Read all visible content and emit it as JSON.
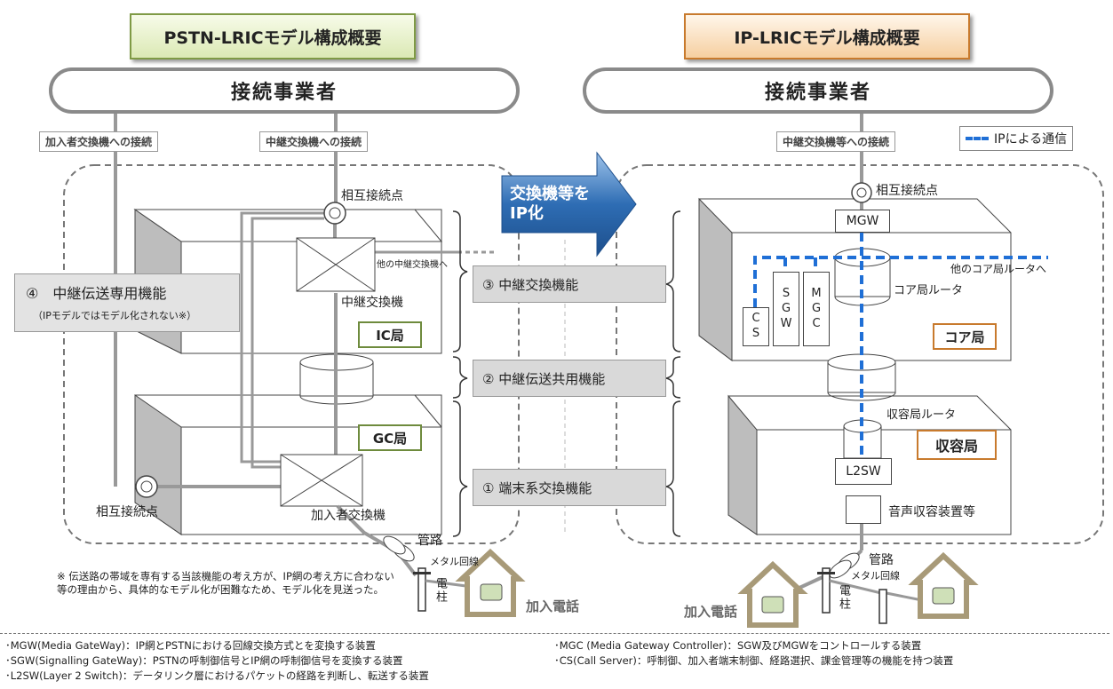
{
  "left": {
    "title": "PSTN-LRICモデル構成概要",
    "carrier": "接続事業者",
    "conn_subscriber": "加入者交換機への接続",
    "conn_transit": "中継交換機への接続",
    "interconnect_point_top": "相互接続点",
    "interconnect_point_bottom": "相互接続点",
    "to_other_transit": "他の中継交換機へ",
    "transit_switch": "中継交換機",
    "ic_station": "IC局",
    "gc_station": "GC局",
    "subscriber_switch": "加入者交換機",
    "dedicated_function": "④　中継伝送専用機能",
    "dedicated_note": "（IPモデルではモデル化されない※）",
    "conduit": "管路",
    "metal_line": "メタル回線",
    "pole": "電柱",
    "subscriber_phone": "加入電話"
  },
  "center": {
    "arrow_text": "交換機等をIP化",
    "functions": [
      "③ 中継交換機能",
      "② 中継伝送共用機能",
      "① 端末系交換機能"
    ]
  },
  "right": {
    "title": "IP-LRICモデル構成概要",
    "carrier": "接続事業者",
    "conn_transit": "中継交換機等への接続",
    "legend": "IPによる通信",
    "interconnect_point": "相互接続点",
    "mgw": "MGW",
    "to_other_core": "他のコア局ルータへ",
    "core_router": "コア局ルータ",
    "cs": "CS",
    "sgw": "SGW",
    "mgc": "MGC",
    "core_station": "コア局",
    "access_router": "収容局ルータ",
    "access_station": "収容局",
    "l2sw": "L2SW",
    "voice_device": "音声収容装置等",
    "conduit": "管路",
    "metal_line": "メタル回線",
    "pole": "電柱",
    "subscriber_phone": "加入電話"
  },
  "footnote": "※ 伝送路の帯域を専有する当該機能の考え方が、IP網の考え方に合わない等の理由から、具体的なモデル化が困難なため、モデル化を見送った。",
  "definitions": {
    "mgw": "･MGW(Media GateWay)：IP網とPSTNにおける回線交換方式とを変換する装置",
    "sgw": "･SGW(Signalling GateWay)：PSTNの呼制御信号とIP網の呼制御信号を変換する装置",
    "l2sw": "･L2SW(Layer 2 Switch)：データリンク層におけるパケットの経路を判断し、転送する装置",
    "mgc": "･MGC (Media Gateway Controller)：SGW及びMGWをコントロールする装置",
    "cs": "･CS(Call Server)：呼制御、加入者端末制御、経路選択、課金管理等の機能を持つ装置"
  },
  "colors": {
    "green_border": "#6e8b3d",
    "orange_border": "#c87a2d",
    "ip_line": "#1f6fd6",
    "arrow_blue": "#2e6db4"
  }
}
